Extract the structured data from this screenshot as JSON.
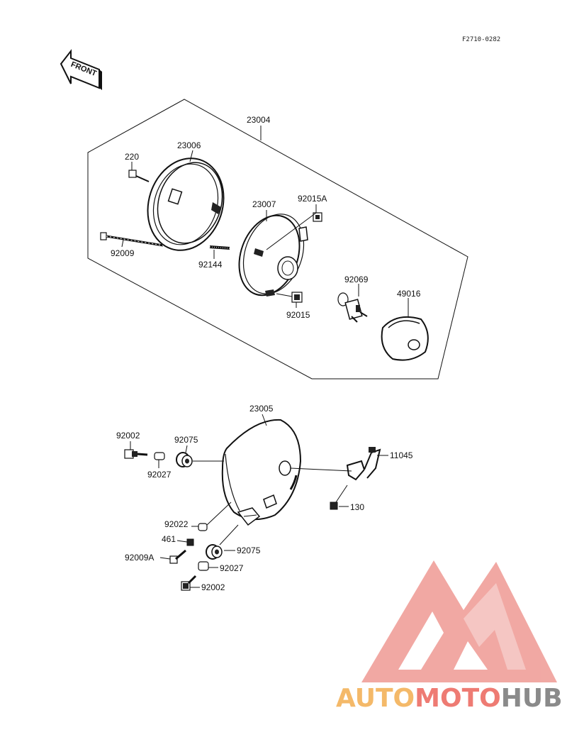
{
  "drawing_code": "F2710-0282",
  "front_arrow_text": "FRONT",
  "labels": {
    "p23004": "23004",
    "p23006": "23006",
    "p220": "220",
    "p23007": "23007",
    "p92015A": "92015A",
    "p92009": "92009",
    "p92144": "92144",
    "p92069": "92069",
    "p49016": "49016",
    "p92015": "92015",
    "p23005": "23005",
    "p92002a": "92002",
    "p92075a": "92075",
    "p92027a": "92027",
    "p11045": "11045",
    "p130": "130",
    "p92022": "92022",
    "p461": "461",
    "p92075b": "92075",
    "p92009A": "92009A",
    "p92027b": "92027",
    "p92002b": "92002"
  },
  "watermark": {
    "part1": "AUTO",
    "part2": "MOTO",
    "part3": "HUB",
    "logo_color": "#ef9a94",
    "color_auto": "#f4b969",
    "color_moto": "#ee7b73",
    "color_hub": "#8a8a8a"
  }
}
